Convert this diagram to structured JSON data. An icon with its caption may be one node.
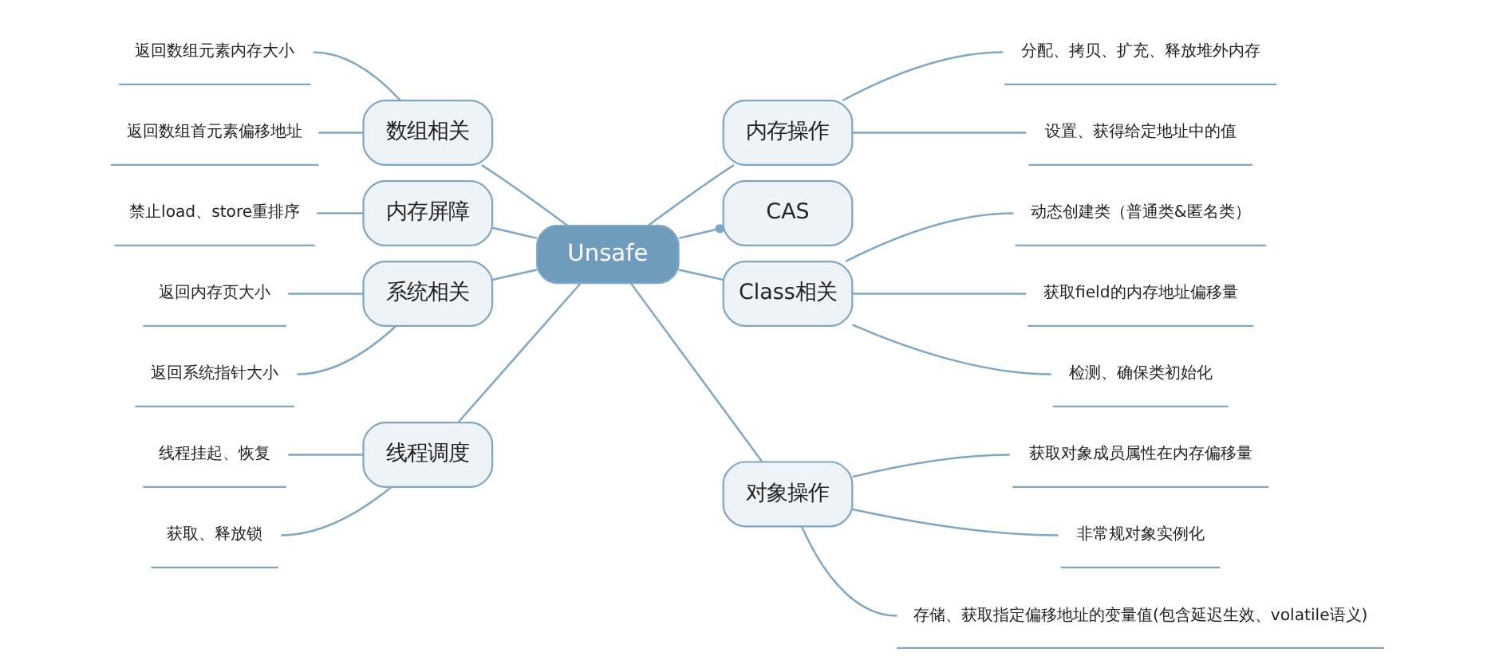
{
  "diagram": {
    "nodes": [
      {
        "text": [
          "Unsafe"
        ]
      },
      {
        "text": [
          "内存操作"
        ]
      },
      {
        "text": [
          "分配、拷贝、扩充、释放堆外内存"
        ]
      },
      {
        "text": [
          "设置、获得给定地址中的值"
        ]
      },
      {
        "text": [
          "CAS"
        ]
      },
      {
        "text": [
          "Class相关"
        ]
      },
      {
        "text": [
          "动态创建类（普通类&匿名类）"
        ]
      },
      {
        "text": [
          "获取field的内存地址偏移量"
        ]
      },
      {
        "text": [
          "检测、确保类初始化"
        ]
      },
      {
        "text": [
          "对象操作"
        ]
      },
      {
        "text": [
          "获取对象成员属性在内存偏移量"
        ]
      },
      {
        "text": [
          "非常规对象实例化"
        ]
      },
      {
        "text": [
          "存储、获取指定偏移地址的变量值(包含延迟生效、volatile语义)"
        ]
      },
      {
        "text": [
          "数组相关"
        ]
      },
      {
        "text": [
          "返回数组元素内存大小"
        ]
      },
      {
        "text": [
          "返回数组首元素偏移地址"
        ]
      },
      {
        "text": [
          "内存屏障"
        ]
      },
      {
        "text": [
          "禁止load、store重排序"
        ]
      },
      {
        "text": [
          "系统相关"
        ]
      },
      {
        "text": [
          "返回内存页大小"
        ]
      },
      {
        "text": [
          "返回系统指针大小"
        ]
      },
      {
        "text": [
          "线程调度"
        ]
      },
      {
        "text": [
          "线程挂起、恢复"
        ]
      },
      {
        "text": [
          "获取、释放锁"
        ]
      }
    ],
    "edges": [
      {
        "from": 0,
        "to": 1,
        "arrow": "none"
      },
      {
        "from": 1,
        "to": 2,
        "arrow": "none"
      },
      {
        "from": 1,
        "to": 3,
        "arrow": "none"
      },
      {
        "from": 0,
        "to": 4,
        "arrow": "other"
      },
      {
        "from": 0,
        "to": 5,
        "arrow": "none"
      },
      {
        "from": 5,
        "to": 6,
        "arrow": "none"
      },
      {
        "from": 5,
        "to": 7,
        "arrow": "none"
      },
      {
        "from": 5,
        "to": 8,
        "arrow": "none"
      },
      {
        "from": 0,
        "to": 9,
        "arrow": "none"
      },
      {
        "from": 9,
        "to": 10,
        "arrow": "none"
      },
      {
        "from": 9,
        "to": 11,
        "arrow": "none"
      },
      {
        "from": 9,
        "to": 12,
        "arrow": "none"
      },
      {
        "from": 0,
        "to": 13,
        "arrow": "none"
      },
      {
        "from": 13,
        "to": 14,
        "arrow": "none"
      },
      {
        "from": 13,
        "to": 15,
        "arrow": "none"
      },
      {
        "from": 0,
        "to": 16,
        "arrow": "none"
      },
      {
        "from": 16,
        "to": 17,
        "arrow": "none"
      },
      {
        "from": 0,
        "to": 18,
        "arrow": "none"
      },
      {
        "from": 18,
        "to": 19,
        "arrow": "none"
      },
      {
        "from": 18,
        "to": 20,
        "arrow": "none"
      },
      {
        "from": 0,
        "to": 21,
        "arrow": "none"
      },
      {
        "from": 21,
        "to": 22,
        "arrow": "none"
      },
      {
        "from": 21,
        "to": 23,
        "arrow": "none"
      }
    ]
  }
}
